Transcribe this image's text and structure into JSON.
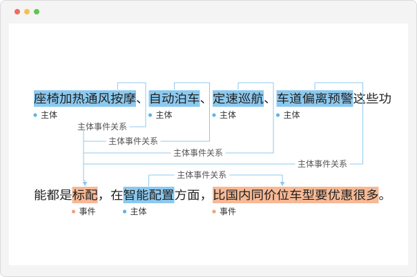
{
  "window": {
    "controls": {
      "close": "close-button",
      "minimize": "minimize-button",
      "zoom": "zoom-button"
    },
    "colors": {
      "close": "#ed6b5f",
      "minimize": "#f5c04f",
      "zoom": "#61c554"
    }
  },
  "annotation": {
    "colors": {
      "subject": "#8cc9ef",
      "event": "#f7b995",
      "link": "#8fc8ec",
      "subject_dot": "#5fb3e8",
      "event_dot": "#f0a17a"
    },
    "line1": [
      {
        "text": "座椅加热通风按摩",
        "type": "subject",
        "label": "主体"
      },
      {
        "text": "、",
        "type": "plain"
      },
      {
        "text": "自动泊车",
        "type": "subject",
        "label": "主体"
      },
      {
        "text": "、",
        "type": "plain"
      },
      {
        "text": "定速巡航",
        "type": "subject",
        "label": "主体"
      },
      {
        "text": "、",
        "type": "plain"
      },
      {
        "text": "车道偏离预警",
        "type": "subject",
        "label": "主体"
      },
      {
        "text": "这些功",
        "type": "plain"
      }
    ],
    "line2": [
      {
        "text": "能都是",
        "type": "plain"
      },
      {
        "text": "标配",
        "type": "event",
        "label": "事件"
      },
      {
        "text": "，在",
        "type": "plain"
      },
      {
        "text": "智能配置",
        "type": "subject",
        "label": "主体"
      },
      {
        "text": "方面，",
        "type": "plain"
      },
      {
        "text": "比国内同价位车型要优惠很多",
        "type": "event",
        "label": "事件"
      },
      {
        "text": "。",
        "type": "plain"
      }
    ],
    "relations": [
      {
        "label": "主体事件关系"
      },
      {
        "label": "主体事件关系"
      },
      {
        "label": "主体事件关系"
      },
      {
        "label": "主体事件关系"
      },
      {
        "label": "主体事件关系"
      }
    ]
  }
}
